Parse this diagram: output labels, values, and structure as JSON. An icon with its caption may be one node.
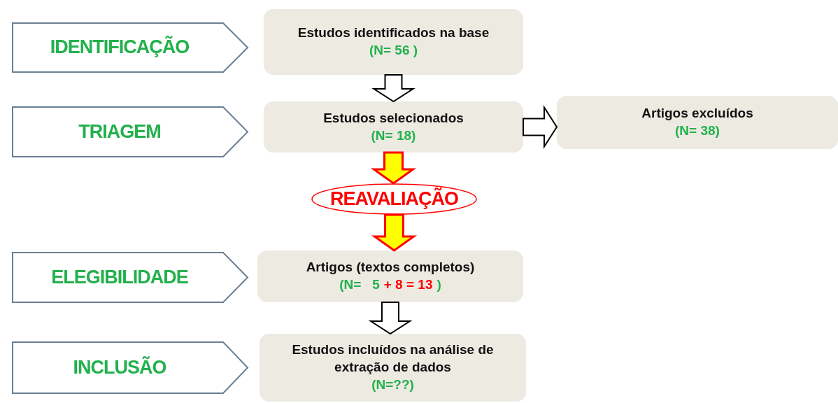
{
  "diagram": {
    "nodes": [
      {
        "text": [
          "IDENTIFICAÇÃO"
        ]
      },
      {
        "text": [
          "Estudos identificados na base",
          "(N= 56 )"
        ]
      },
      {
        "text": [
          "TRIAGEM"
        ]
      },
      {
        "text": [
          "Estudos selecionados",
          "(N= 18)"
        ]
      },
      {
        "text": [
          "Artigos excluídos",
          "(N= 38)"
        ]
      },
      {
        "text": [
          "REAVALIAÇÃO"
        ]
      },
      {
        "text": [
          "ELEGIBILIDADE"
        ]
      },
      {
        "text": [
          "Artigos (textos completos)",
          "(N=   5",
          "+ 8 = 13",
          ")"
        ]
      },
      {
        "text": [
          "INCLUSÃO"
        ]
      },
      {
        "text": [
          "Estudos incluídos na análise de extração de dados",
          "(N=??)"
        ]
      }
    ],
    "edges": [
      {
        "from": 1,
        "to": 3,
        "arrow": "to"
      },
      {
        "from": 3,
        "to": 4,
        "arrow": "to"
      },
      {
        "from": 3,
        "to": 5,
        "arrow": "to",
        "color": "#ffff00"
      },
      {
        "from": 5,
        "to": 7,
        "arrow": "to",
        "color": "#ffff00"
      },
      {
        "from": 7,
        "to": 9,
        "arrow": "to"
      }
    ]
  }
}
